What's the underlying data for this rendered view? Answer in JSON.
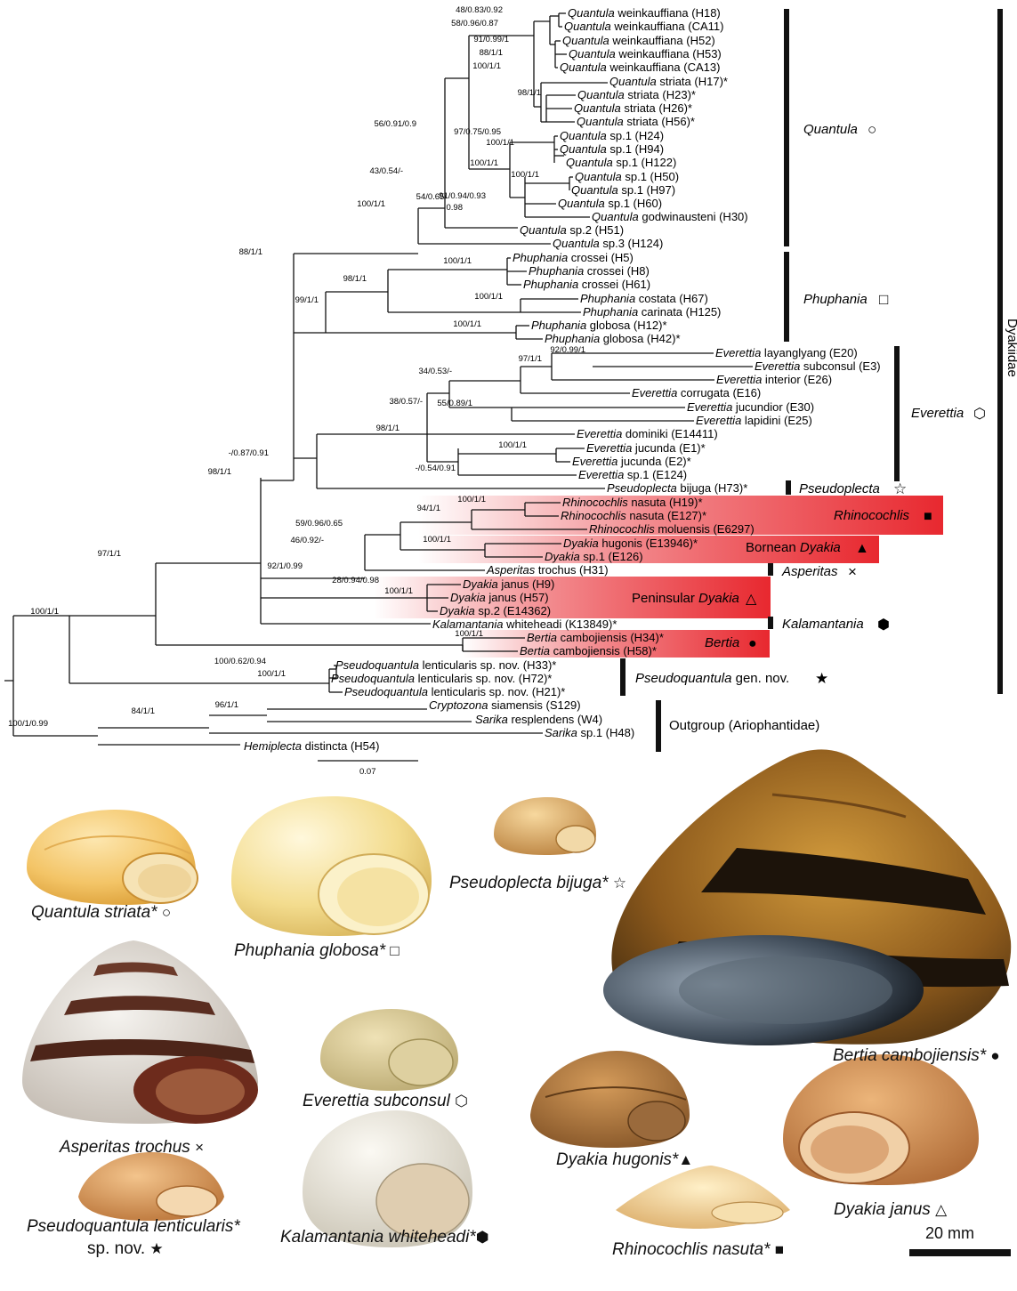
{
  "tree": {
    "tips": [
      {
        "genus": "Quantula",
        "rest": " weinkauffiana (H18)"
      },
      {
        "genus": "Quantula",
        "rest": " weinkauffiana (CA11)"
      },
      {
        "genus": "Quantula",
        "rest": " weinkauffiana (H52)"
      },
      {
        "genus": "Quantula",
        "rest": " weinkauffiana (H53)"
      },
      {
        "genus": "Quantula",
        "rest": " weinkauffiana (CA13)"
      },
      {
        "genus": "Quantula",
        "rest": " striata (H17)*"
      },
      {
        "genus": "Quantula",
        "rest": " striata (H23)*"
      },
      {
        "genus": "Quantula",
        "rest": " striata (H26)*"
      },
      {
        "genus": "Quantula",
        "rest": " striata (H56)*"
      },
      {
        "genus": "Quantula",
        "rest": " sp.1 (H24)"
      },
      {
        "genus": "Quantula",
        "rest": " sp.1 (H94)"
      },
      {
        "genus": "Quantula",
        "rest": " sp.1 (H122)"
      },
      {
        "genus": "Quantula",
        "rest": " sp.1 (H50)"
      },
      {
        "genus": "Quantula",
        "rest": " sp.1 (H97)"
      },
      {
        "genus": "Quantula",
        "rest": " sp.1 (H60)"
      },
      {
        "genus": "Quantula",
        "rest": " godwinausteni (H30)"
      },
      {
        "genus": "Quantula",
        "rest": " sp.2 (H51)"
      },
      {
        "genus": "Quantula",
        "rest": " sp.3 (H124)"
      },
      {
        "genus": "Phuphania",
        "rest": " crossei (H5)"
      },
      {
        "genus": "Phuphania",
        "rest": " crossei (H8)"
      },
      {
        "genus": "Phuphania",
        "rest": " crossei (H61)"
      },
      {
        "genus": "Phuphania",
        "rest": " costata (H67)"
      },
      {
        "genus": "Phuphania",
        "rest": " carinata (H125)"
      },
      {
        "genus": "Phuphania",
        "rest": " globosa (H12)*"
      },
      {
        "genus": "Phuphania",
        "rest": " globosa (H42)*"
      },
      {
        "genus": "Everettia",
        "rest": " layanglyang (E20)"
      },
      {
        "genus": "Everettia",
        "rest": " subconsul (E3)"
      },
      {
        "genus": "Everettia",
        "rest": " interior (E26)"
      },
      {
        "genus": "Everettia",
        "rest": " corrugata (E16)"
      },
      {
        "genus": "Everettia",
        "rest": " jucundior (E30)"
      },
      {
        "genus": "Everettia",
        "rest": " lapidini (E25)"
      },
      {
        "genus": "Everettia",
        "rest": " dominiki (E14411)"
      },
      {
        "genus": "Everettia",
        "rest": " jucunda (E1)*"
      },
      {
        "genus": "Everettia",
        "rest": " jucunda (E2)*"
      },
      {
        "genus": "Everettia",
        "rest": " sp.1 (E124)"
      },
      {
        "genus": "Pseudoplecta",
        "rest": " bijuga (H73)*"
      },
      {
        "genus": "Rhinocochlis",
        "rest": " nasuta (H19)*"
      },
      {
        "genus": "Rhinocochlis",
        "rest": " nasuta (E127)*"
      },
      {
        "genus": "Rhinocochlis",
        "rest": " moluensis (E6297)"
      },
      {
        "genus": "Dyakia",
        "rest": " hugonis (E13946)*"
      },
      {
        "genus": "Dyakia",
        "rest": " sp.1 (E126)"
      },
      {
        "genus": "Asperitas",
        "rest": " trochus (H31)"
      },
      {
        "genus": "Dyakia",
        "rest": " janus (H9)"
      },
      {
        "genus": "Dyakia",
        "rest": " janus (H57)"
      },
      {
        "genus": "Dyakia",
        "rest": " sp.2 (E14362)"
      },
      {
        "genus": "Kalamantania",
        "rest": " whiteheadi (K13849)*"
      },
      {
        "genus": "Bertia",
        "rest": " cambojiensis (H34)*"
      },
      {
        "genus": "Bertia",
        "rest": " cambojiensis (H58)*"
      },
      {
        "genus": "Pseudoquantula",
        "rest": " lenticularis sp. nov. (H33)*"
      },
      {
        "genus": "Pseudoquantula",
        "rest": " lenticularis sp. nov. (H72)*"
      },
      {
        "genus": "Pseudoquantula",
        "rest": " lenticularis sp. nov. (H21)*"
      },
      {
        "genus": "Cryptozona",
        "rest": " siamensis (S129)"
      },
      {
        "genus": "Sarika",
        "rest": " resplendens (W4)"
      },
      {
        "genus": "Sarika",
        "rest": " sp.1 (H48)"
      },
      {
        "genus": "Hemiplecta",
        "rest": " distincta (H54)"
      }
    ],
    "supports": [
      "48/0.83/0.92",
      "58/0.96/0.87",
      "91/0.99/1",
      "88/1/1",
      "100/1/1",
      "98/1/1",
      "97/0.75/0.95",
      "100/1/1",
      "100/1/1",
      "100/1/1",
      "91/0.94/0.93",
      "54/0.65/",
      "0.98",
      "56/0.91/0.9",
      "43/0.54/-",
      "100/1/1",
      "88/1/1",
      "100/1/1",
      "98/1/1",
      "100/1/1",
      "99/1/1",
      "100/1/1",
      "92/0.99/1",
      "97/1/1",
      "34/0.53/-",
      "55/0.89/1",
      "38/0.57/-",
      "98/1/1",
      "100/1/1",
      "-/0.54/0.91",
      "-/0.87/0.91",
      "98/1/1",
      "100/1/1",
      "94/1/1",
      "59/0.96/0.65",
      "100/1/1",
      "46/0.92/-",
      "92/1/0.99",
      "28/0.94/0.98",
      "100/1/1",
      "97/1/1",
      "100/1/1",
      "100/1/1",
      "100/0.62/0.94",
      "100/1/1",
      "96/1/1",
      "84/1/1",
      "100/1/0.99"
    ],
    "scale_label": "0.07"
  },
  "clades": {
    "quantula": "Quantula",
    "phuphania": "Phuphania",
    "everettia": "Everettia",
    "pseudoplecta": "Pseudoplecta",
    "rhinocochlis": "Rhinocochlis",
    "bornean_prefix": "Bornean ",
    "bornean_genus": "Dyakia",
    "asperitas": "Asperitas",
    "peninsular_prefix": "Peninsular ",
    "peninsular_genus": "Dyakia",
    "kalamantania": "Kalamantania",
    "bertia": "Bertia",
    "pseudoquantula": "Pseudoquantula",
    "pseudoquantula_suffix": " gen. nov.",
    "outgroup": "Outgroup (Ariophantidae)",
    "family": "Dyakiidae"
  },
  "symbols": {
    "circle_open": "○",
    "square_open": "□",
    "hexagon_open": "⬡",
    "star_open": "☆",
    "square_filled": "■",
    "triangle_filled": "▲",
    "cross": "×",
    "triangle_open": "△",
    "hexagon_filled": "⬢",
    "circle_filled": "●",
    "star_filled": "★"
  },
  "captions": {
    "quantula_name": "Quantula striata*",
    "phuphania_name": "Phuphania globosa*",
    "pseudoplecta_name": "Pseudoplecta bijuga*",
    "bertia_name": "Bertia cambojiensis*",
    "asperitas_name": "Asperitas trochus",
    "everettia_name": "Everettia subconsul",
    "pseudoquantula_name": "Pseudoquantula lenticularis*",
    "pseudoquantula_line2": "sp. nov.",
    "kalamantania_name": "Kalamantania whiteheadi*",
    "hugonis_name": "Dyakia hugonis*",
    "janus_name": "Dyakia janus",
    "rhinocochlis_name": "Rhinocochlis nasuta*"
  },
  "scalebar_label": "20 mm",
  "colors": {
    "highlight": "#e8282f",
    "line": "#111111"
  }
}
